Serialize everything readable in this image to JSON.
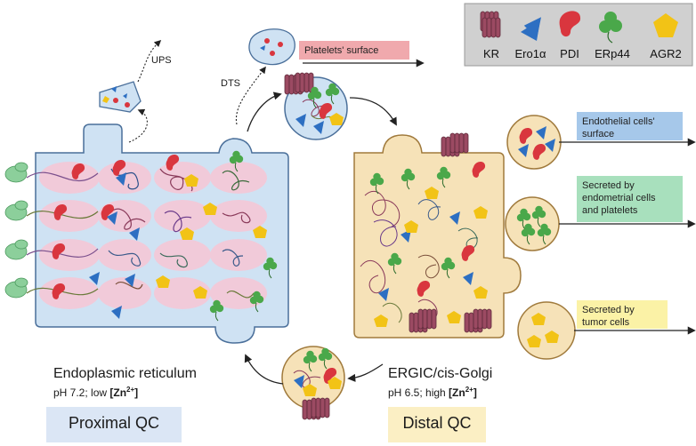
{
  "legend": {
    "kr": "KR",
    "ero1a": "Ero1α",
    "pdi": "PDI",
    "erp44": "ERp44",
    "agr2": "AGR2"
  },
  "pathway": {
    "ups": "UPS",
    "dts": "DTS"
  },
  "boxes": {
    "platelets_surface": "Platelets' surface",
    "endothelial_line1": "Endothelial cells'",
    "endothelial_line2": "surface",
    "endometrial_line1": "Secreted by",
    "endometrial_line2": "endometrial cells",
    "endometrial_line3": "and platelets",
    "tumor_line1": "Secreted by",
    "tumor_line2": "tumor cells"
  },
  "er": {
    "title": "Endoplasmic reticulum",
    "ph": "pH 7.2; low ",
    "zn": "[Zn",
    "zn_sup": "2+",
    "zn_close": "]",
    "qc": "Proximal QC"
  },
  "golgi": {
    "title": "ERGIC/cis-Golgi",
    "ph": "pH 6.5; high ",
    "zn": "[Zn",
    "zn_sup": "2+",
    "zn_close": "]",
    "qc": "Distal QC"
  },
  "colors": {
    "er_fill": "#cfe2f3",
    "er_stroke": "#4a6f9a",
    "golgi_fill": "#f6e2b8",
    "golgi_stroke": "#a07a3c",
    "pink": "#f3c9d8",
    "kr": "#9b4a62",
    "ero1a": "#2d6fc2",
    "pdi": "#d9363e",
    "erp44": "#4aa84a",
    "agr2": "#f2c316",
    "proximal_bg": "#dbe6f5",
    "distal_bg": "#fbefc4",
    "platelet_box": "#f0a9ad",
    "endothelial_box": "#a6c8ea",
    "endometrial_box": "#a8e0bd",
    "tumor_box": "#fbf2a6"
  }
}
